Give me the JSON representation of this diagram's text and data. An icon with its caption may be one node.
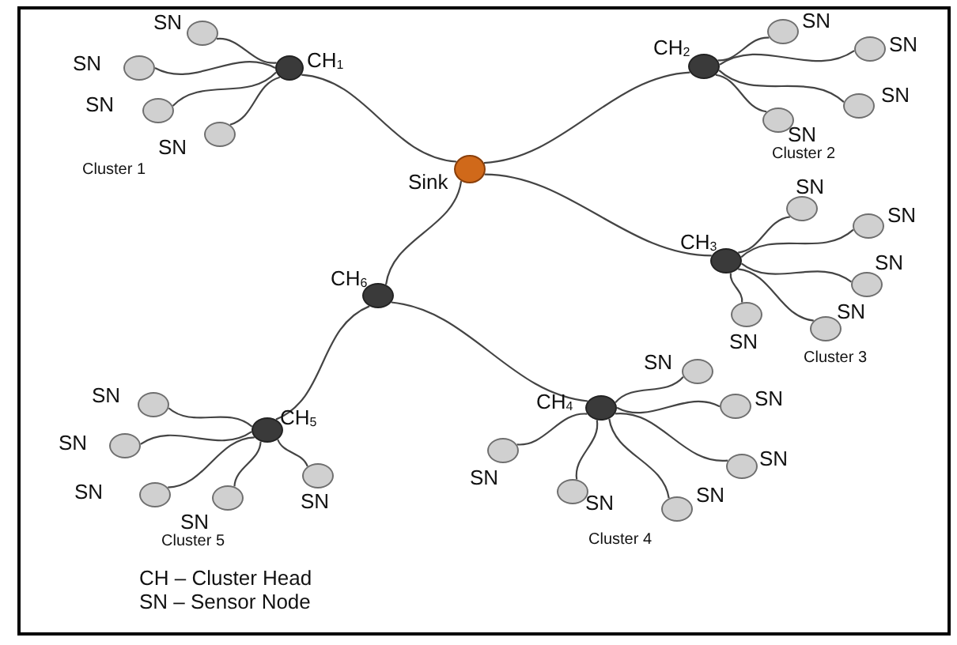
{
  "diagram": {
    "nodes": [
      {
        "text": [],
        "shape": "circle",
        "beside": [
          "CH$_{1}$"
        ]
      },
      {
        "text": [],
        "shape": "circle",
        "beside": [
          "SN"
        ]
      },
      {
        "text": [],
        "shape": "circle",
        "beside": [
          "SN"
        ]
      },
      {
        "text": [],
        "shape": "circle",
        "beside": [
          "SN"
        ]
      },
      {
        "text": [],
        "shape": "circle",
        "beside": [
          "SN"
        ]
      },
      {
        "text": [],
        "shape": "circle",
        "beside": [
          "CH$_{2}$"
        ]
      },
      {
        "text": [],
        "shape": "circle",
        "beside": [
          "SN"
        ]
      },
      {
        "text": [],
        "shape": "circle",
        "beside": [
          "SN"
        ]
      },
      {
        "text": [],
        "shape": "circle",
        "beside": [
          "SN"
        ]
      },
      {
        "text": [],
        "shape": "circle",
        "beside": [
          "SN"
        ]
      },
      {
        "text": [],
        "shape": "circle",
        "beside": [
          "Sink"
        ]
      },
      {
        "text": [],
        "shape": "circle",
        "beside": [
          "CH$_{3}$"
        ]
      },
      {
        "text": [],
        "shape": "circle",
        "beside": [
          "SN"
        ]
      },
      {
        "text": [],
        "shape": "circle",
        "beside": [
          "SN"
        ]
      },
      {
        "text": [],
        "shape": "circle",
        "beside": [
          "SN"
        ]
      },
      {
        "text": [],
        "shape": "circle",
        "beside": [
          "SN"
        ]
      },
      {
        "text": [],
        "shape": "circle",
        "beside": [
          "SN"
        ]
      },
      {
        "text": [],
        "shape": "circle",
        "beside": [
          "CH$_{6}$"
        ]
      },
      {
        "text": [],
        "shape": "circle",
        "beside": [
          "CH$_{5}$"
        ]
      },
      {
        "text": [],
        "shape": "circle",
        "beside": [
          "SN"
        ]
      },
      {
        "text": [],
        "shape": "circle",
        "beside": [
          "SN"
        ]
      },
      {
        "text": [],
        "shape": "circle",
        "beside": [
          "SN"
        ]
      },
      {
        "text": [],
        "shape": "circle",
        "beside": [
          "SN"
        ]
      },
      {
        "text": [],
        "shape": "circle",
        "beside": [
          "SN"
        ]
      },
      {
        "text": [],
        "shape": "circle",
        "beside": [
          "CH$_{4}$"
        ]
      },
      {
        "text": [],
        "shape": "circle",
        "beside": [
          "SN"
        ]
      },
      {
        "text": [],
        "shape": "circle",
        "beside": [
          "SN"
        ]
      },
      {
        "text": [],
        "shape": "circle",
        "beside": [
          "SN"
        ]
      },
      {
        "text": [],
        "shape": "circle",
        "beside": [
          "SN"
        ]
      },
      {
        "text": [],
        "shape": "circle",
        "beside": [
          "SN"
        ]
      },
      {
        "text": [],
        "shape": "circle",
        "beside": [
          "SN"
        ]
      }
    ],
    "edges": [
      {
        "from": 0,
        "to": 1,
        "arrow": "none"
      },
      {
        "from": 0,
        "to": 2,
        "arrow": "none"
      },
      {
        "from": 0,
        "to": 3,
        "arrow": "none"
      },
      {
        "from": 0,
        "to": 4,
        "arrow": "none"
      },
      {
        "from": 0,
        "to": 10,
        "arrow": "none"
      },
      {
        "from": 5,
        "to": 6,
        "arrow": "none"
      },
      {
        "from": 5,
        "to": 7,
        "arrow": "none"
      },
      {
        "from": 5,
        "to": 8,
        "arrow": "none"
      },
      {
        "from": 5,
        "to": 9,
        "arrow": "none"
      },
      {
        "from": 10,
        "to": 5,
        "arrow": "none"
      },
      {
        "from": 10,
        "to": 11,
        "arrow": "none"
      },
      {
        "from": 11,
        "to": 12,
        "arrow": "none"
      },
      {
        "from": 11,
        "to": 13,
        "arrow": "none"
      },
      {
        "from": 11,
        "to": 14,
        "arrow": "none"
      },
      {
        "from": 11,
        "to": 15,
        "arrow": "none"
      },
      {
        "from": 11,
        "to": 16,
        "arrow": "none"
      },
      {
        "from": 10,
        "to": 17,
        "arrow": "none"
      },
      {
        "from": 17,
        "to": 18,
        "arrow": "none"
      },
      {
        "from": 17,
        "to": 24,
        "arrow": "none"
      },
      {
        "from": 18,
        "to": 19,
        "arrow": "none"
      },
      {
        "from": 18,
        "to": 20,
        "arrow": "none"
      },
      {
        "from": 18,
        "to": 21,
        "arrow": "none"
      },
      {
        "from": 18,
        "to": 22,
        "arrow": "none"
      },
      {
        "from": 18,
        "to": 23,
        "arrow": "none"
      },
      {
        "from": 24,
        "to": 25,
        "arrow": "none"
      },
      {
        "from": 24,
        "to": 26,
        "arrow": "none"
      },
      {
        "from": 24,
        "to": 27,
        "arrow": "none"
      },
      {
        "from": 24,
        "to": 28,
        "arrow": "none"
      },
      {
        "from": 24,
        "to": 29,
        "arrow": "none"
      },
      {
        "from": 24,
        "to": 30,
        "arrow": "none"
      }
    ],
    "labels": [
      "Cluster 1",
      "Cluster 2",
      "Cluster 3",
      "Cluster 5",
      "Cluster 4",
      "CH – Cluster Head",
      "SN – Sensor Node"
    ]
  }
}
